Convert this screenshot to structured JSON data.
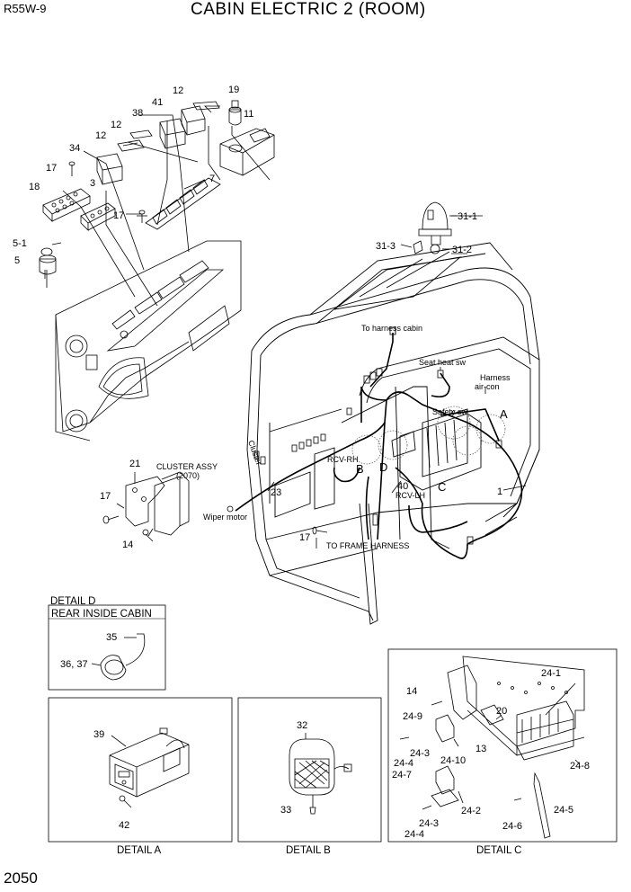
{
  "header": {
    "model": "R55W-9",
    "title": "CABIN ELECTRIC 2 (ROOM)"
  },
  "footer": {
    "page": "2050"
  },
  "parts": {
    "p12a": "12",
    "p19": "19",
    "p41": "41",
    "p11": "11",
    "p38": "38",
    "p12b": "12",
    "p34": "34",
    "p12c": "12",
    "p17a": "17",
    "p7": "7",
    "p18": "18",
    "p3": "3",
    "p17b": "17",
    "p5_1": "5-1",
    "p5": "5",
    "p31_1": "31-1",
    "p31_3": "31-3",
    "p31_2": "31-2",
    "p21": "21",
    "p17c": "17",
    "p14a": "14",
    "p23": "23",
    "p17d": "17",
    "p40": "40",
    "p1": "1",
    "pA": "A",
    "pB": "B",
    "pC": "C",
    "pD": "D",
    "p35": "35",
    "p36_37": "36, 37",
    "p39": "39",
    "p42": "42",
    "p32": "32",
    "p33": "33",
    "p14b": "14",
    "p24_1": "24-1",
    "p24_9": "24-9",
    "p20": "20",
    "p24_3a": "24-3",
    "p24_4a": "24-4",
    "p24_10": "24-10",
    "p13": "13",
    "p24_7": "24-7",
    "p24_8": "24-8",
    "p24_2": "24-2",
    "p24_3b": "24-3",
    "p24_4b": "24-4",
    "p24_6": "24-6",
    "p24_5": "24-5"
  },
  "annotations": {
    "cluster_assy": "CLUSTER ASSY",
    "cluster_code": "(2070)",
    "to_harness_cabin": "To harness cabin",
    "seat_heat_sw": "Seat heat sw",
    "harness": "Harness",
    "air_con": "air-con",
    "safety_sw": "Safety sw",
    "cluster": "Cluster",
    "rcv_rh": "RCV-RH",
    "rcv_lh": "RCV-LH",
    "wiper_motor": "Wiper motor",
    "to_frame_harness": "TO FRAME HARNESS"
  },
  "details": {
    "detail_d": "DETAIL D",
    "rear_inside_cabin": "REAR INSIDE CABIN",
    "detail_a": "DETAIL A",
    "detail_b": "DETAIL B",
    "detail_c": "DETAIL C"
  }
}
